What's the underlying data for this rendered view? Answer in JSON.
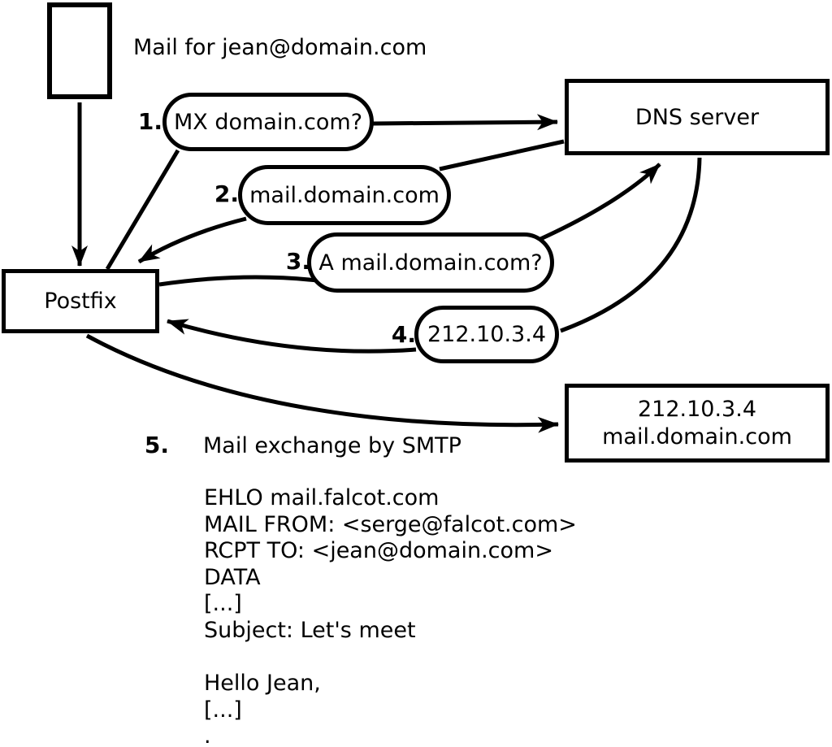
{
  "title": "Mail for jean@domain.com",
  "nodes": {
    "postfix": "Postfix",
    "dns_server": "DNS server",
    "destination": {
      "line1": "212.10.3.4",
      "line2": "mail.domain.com"
    }
  },
  "steps": [
    {
      "number": "1.",
      "label": "MX domain.com?"
    },
    {
      "number": "2.",
      "label": "mail.domain.com"
    },
    {
      "number": "3.",
      "label": "A mail.domain.com?"
    },
    {
      "number": "4.",
      "label": "212.10.3.4"
    },
    {
      "number": "5.",
      "label": "Mail exchange by SMTP"
    }
  ],
  "smtp_session": "EHLO mail.falcot.com\nMAIL FROM: <serge@falcot.com>\nRCPT TO: <jean@domain.com>\nDATA\n[...]\nSubject: Let's meet\n\nHello Jean,\n[...]\n.",
  "colors": {
    "stroke": "#000000",
    "background": "#ffffff"
  }
}
